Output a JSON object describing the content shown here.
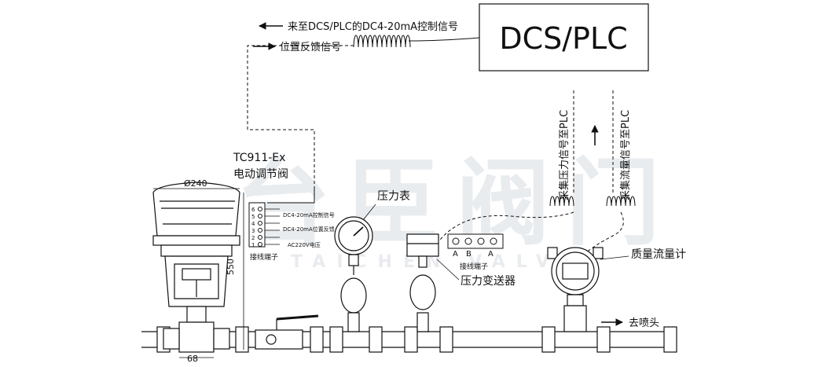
{
  "dcs_box": {
    "label": "DCS/PLC"
  },
  "signals": {
    "control_in": "来至DCS/PLC的DC4-20mA控制信号",
    "position_feedback": "位置反馈信号",
    "pressure_to_plc": "采集压力信号至PLC",
    "flow_to_plc": "采集流量信号至PLC"
  },
  "valve": {
    "model": "TC911-Ex",
    "name": "电动调节阀",
    "dim_diameter": "Ø240",
    "dim_height": "550",
    "dim_width": "68"
  },
  "terminal_block": {
    "caption": "接线端子",
    "pins": [
      "6",
      "5",
      "4",
      "3",
      "2",
      "1"
    ],
    "labels": {
      "control": "DC4-20mA控制信号",
      "feedback": "DC4-20mA位置反馈",
      "power": "AC220V电压"
    }
  },
  "pressure_gauge": {
    "label": "压力表"
  },
  "transmitter": {
    "label": "压力变送器",
    "terminal_caption": "接线端子",
    "terminal_letters": [
      "A",
      "B",
      "A"
    ]
  },
  "flowmeter": {
    "label": "质量流量计"
  },
  "outlet": {
    "label": "去喷头"
  },
  "watermark": {
    "text": "台臣阀门",
    "subtext": "TAICHEN VALVE"
  },
  "colors": {
    "line": "#111111",
    "watermark": "#e9ecef"
  }
}
